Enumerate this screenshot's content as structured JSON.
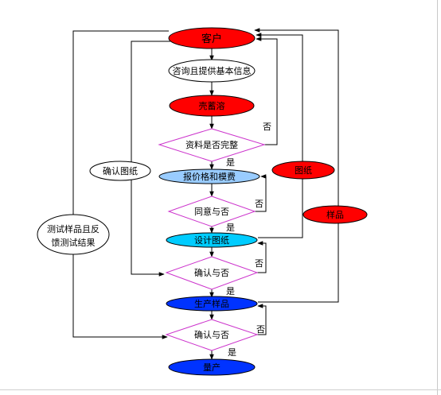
{
  "diagram": {
    "nodes": {
      "customer": {
        "text": "客户",
        "fill": "#ff0000"
      },
      "inquiry": {
        "text": "咨询且提供基本信息",
        "fill": "#ffffff"
      },
      "sales": {
        "text": "壳蓄溶",
        "fill": "#ff0000"
      },
      "complete_check": {
        "text": "资料是否完整"
      },
      "quote": {
        "text": "报价格和模费",
        "fill": "#99ccff"
      },
      "agree_check": {
        "text": "同意与否"
      },
      "design": {
        "text": "设计图纸",
        "fill": "#00ccff"
      },
      "confirm_check_1": {
        "text": "确认与否"
      },
      "produce_sample": {
        "text": "生产样品",
        "fill": "#0033ff"
      },
      "confirm_check_2": {
        "text": "确认与否"
      },
      "mass_production": {
        "text": "量产",
        "fill": "#0033ff"
      }
    },
    "side_nodes": {
      "confirm_drawing": {
        "text": "确认图纸"
      },
      "test_feedback": {
        "line1": "测试样品且反",
        "line2": "馈测试结果"
      },
      "drawing": {
        "text": "图纸",
        "fill": "#ff0000"
      },
      "sample": {
        "text": "样品",
        "fill": "#ff0000"
      }
    },
    "edge_labels": {
      "no_1": "否",
      "yes_1": "是",
      "no_2": "否",
      "yes_2": "是",
      "no_3": "否",
      "yes_3": "是",
      "no_4": "否",
      "yes_4": "是"
    },
    "colors": {
      "line": "#000000",
      "diamond_stroke": "#cc33cc",
      "red": "#ff0000",
      "blue": "#0033ff"
    }
  }
}
